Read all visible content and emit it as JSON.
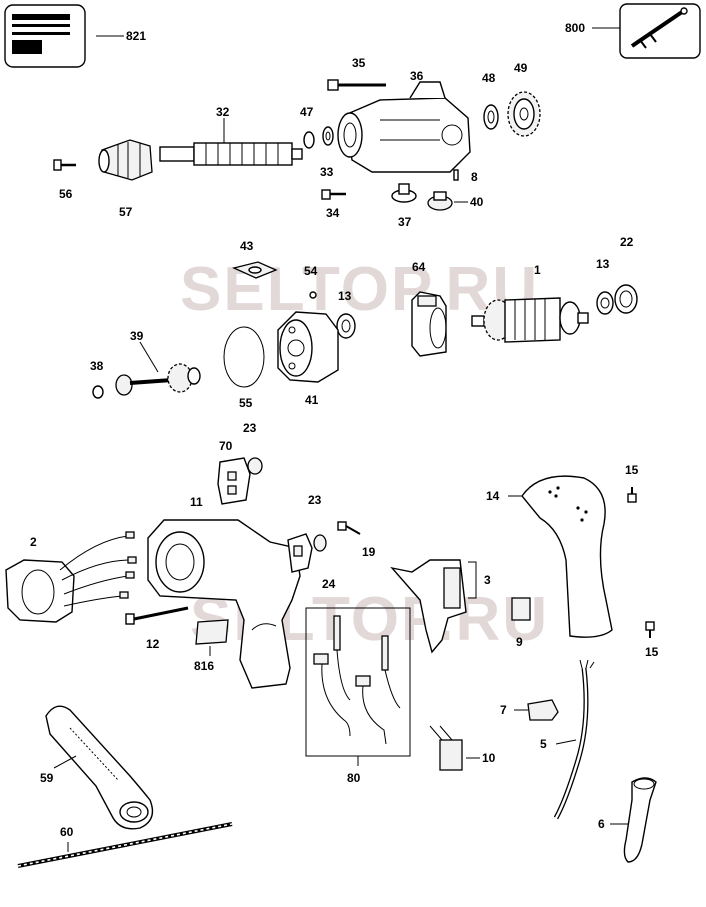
{
  "watermark": "SELTOP.RU",
  "parts": {
    "p821": "821",
    "p800": "800",
    "p35": "35",
    "p36": "36",
    "p48": "48",
    "p49": "49",
    "p32": "32",
    "p47": "47",
    "p33": "33",
    "p8": "8",
    "p56": "56",
    "p57": "57",
    "p34": "34",
    "p37": "37",
    "p40": "40",
    "p43": "43",
    "p54": "54",
    "p64": "64",
    "p1": "1",
    "p13a": "13",
    "p22": "22",
    "p13b": "13",
    "p39": "39",
    "p38": "38",
    "p55": "55",
    "p41": "41",
    "p70": "70",
    "p23a": "23",
    "p15a": "15",
    "p14": "14",
    "p11": "11",
    "p23b": "23",
    "p19": "19",
    "p2": "2",
    "p24": "24",
    "p3": "3",
    "p12": "12",
    "p816": "816",
    "p9": "9",
    "p15b": "15",
    "p7": "7",
    "p5": "5",
    "p80": "80",
    "p10": "10",
    "p59": "59",
    "p60": "60",
    "p6": "6"
  }
}
